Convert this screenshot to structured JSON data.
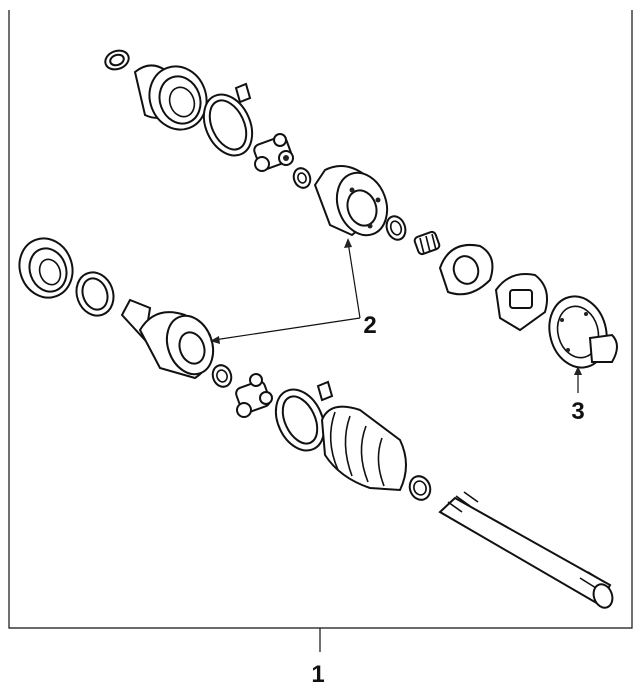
{
  "callouts": {
    "axle_assembly": "1",
    "inner_joint": "2",
    "hub_unit": "3"
  },
  "colors": {
    "line": "#111111",
    "background": "#ffffff"
  }
}
